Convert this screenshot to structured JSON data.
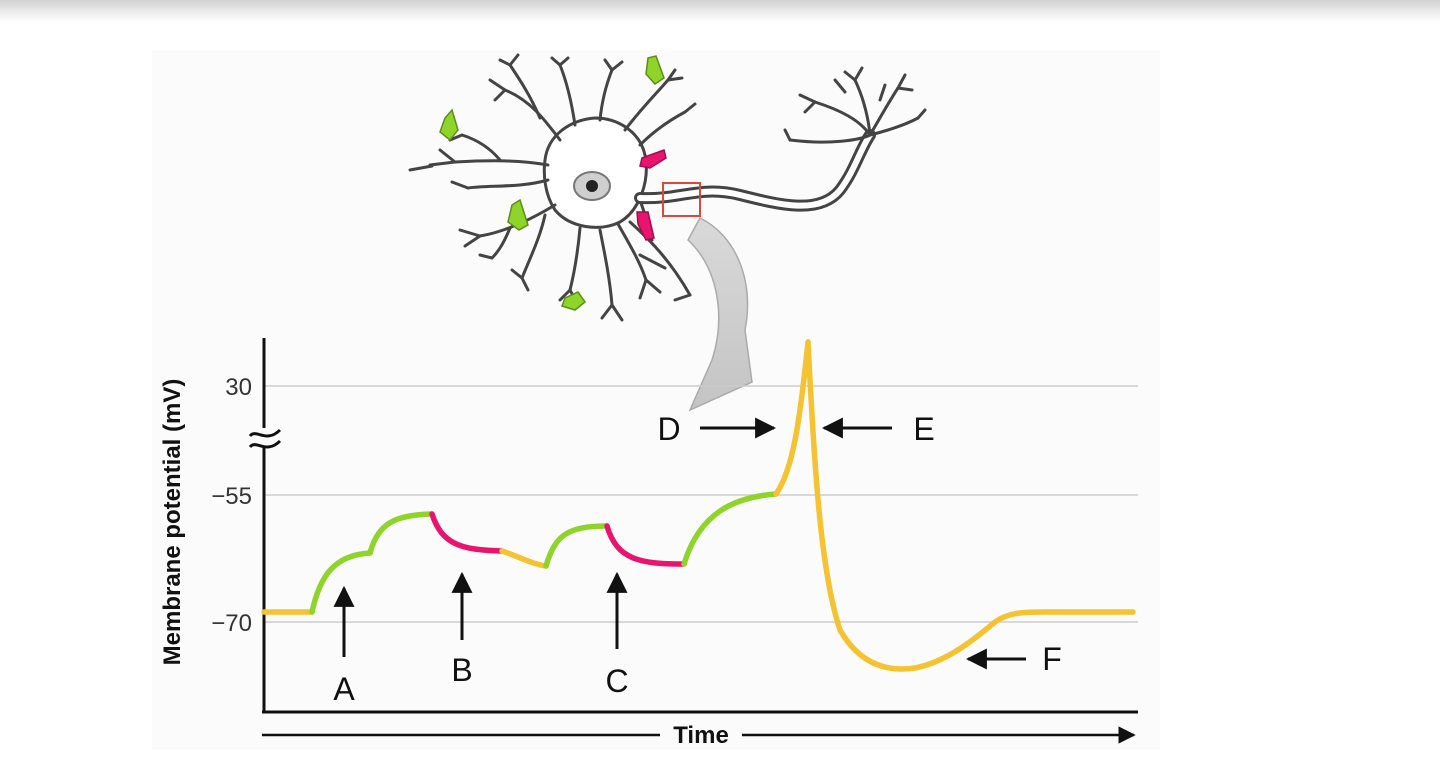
{
  "colors": {
    "excitatory": "#8fd42a",
    "inhibitory": "#e8146e",
    "baseline": "#f5c232",
    "focus_box": "#e0463c"
  },
  "axes": {
    "ylabel": "Membrane potential (mV)",
    "xlabel": "Time",
    "ticks": [
      "30",
      "−55",
      "−70"
    ]
  },
  "markers": [
    {
      "id": "A",
      "label": "A"
    },
    {
      "id": "B",
      "label": "B"
    },
    {
      "id": "C",
      "label": "C"
    },
    {
      "id": "D",
      "label": "D"
    },
    {
      "id": "E",
      "label": "E"
    },
    {
      "id": "F",
      "label": "F"
    }
  ]
}
